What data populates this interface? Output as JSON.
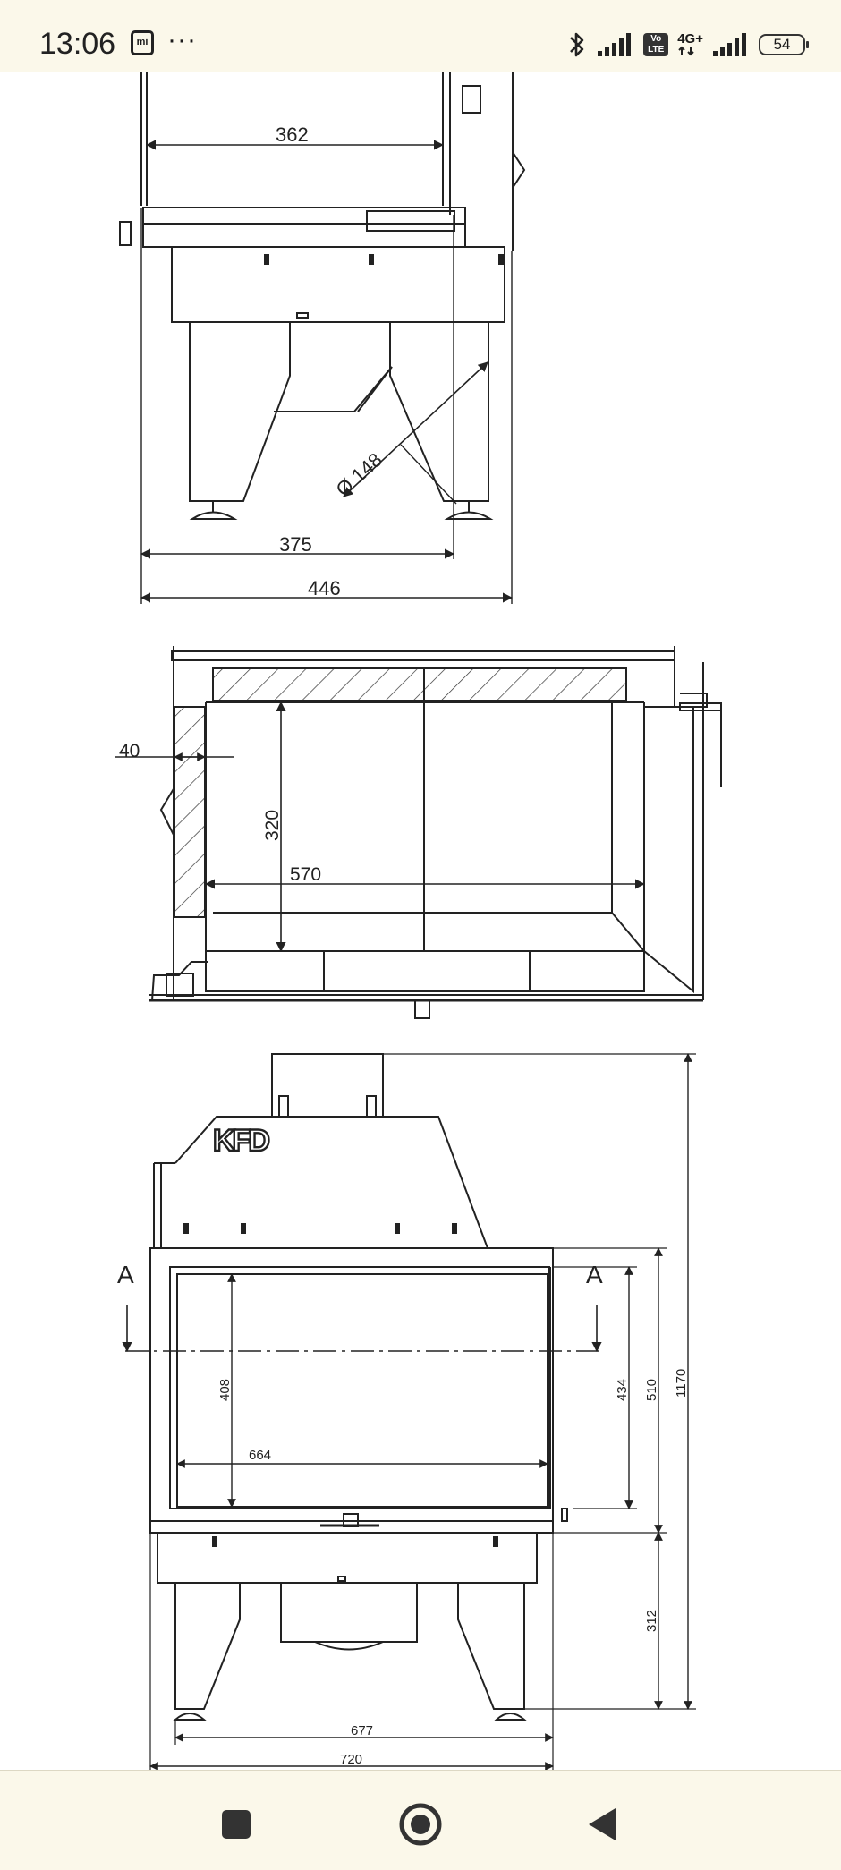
{
  "status_bar": {
    "time": "13:06",
    "more_indicator": "···",
    "bluetooth_icon": "bluetooth-icon",
    "signal_icon": "signal-icon",
    "volte": "Vo LTE",
    "network": "4G+",
    "battery": "54"
  },
  "drawing": {
    "side_view": {
      "dim_inner_width": "362",
      "dim_flue_diameter": "Ø 148",
      "dim_base_depth": "375",
      "dim_total_depth": "446"
    },
    "section_view": {
      "dim_wall": "40",
      "dim_height": "320",
      "dim_width": "570"
    },
    "front_view": {
      "brand_logo": "KFD",
      "section_mark_left": "A",
      "section_mark_right": "A",
      "dim_glass_height": "408",
      "dim_glass_width": "664",
      "dim_door_height": "434",
      "dim_body_height": "510",
      "dim_total_height": "1170",
      "dim_leg_height": "312",
      "dim_base_width": "677",
      "dim_total_width": "720"
    }
  },
  "nav_bar": {
    "recents": "recents-square-icon",
    "home": "home-circle-icon",
    "back": "back-triangle-icon"
  }
}
